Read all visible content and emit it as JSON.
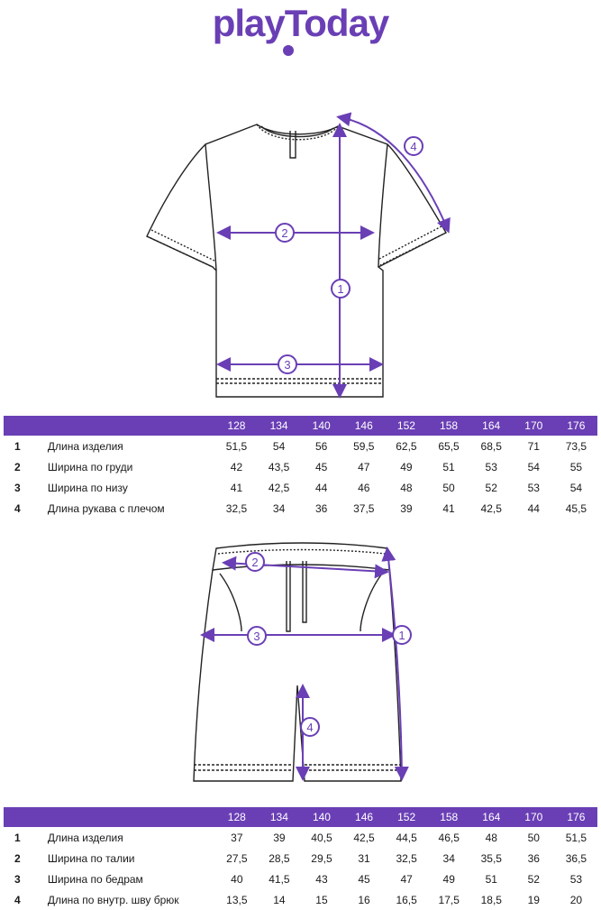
{
  "brand": {
    "logo_text": "playToday"
  },
  "sizes": [
    "128",
    "134",
    "140",
    "146",
    "152",
    "158",
    "164",
    "170",
    "176"
  ],
  "tshirt": {
    "markers": [
      "1",
      "2",
      "3",
      "4"
    ],
    "rows": [
      {
        "num": "1",
        "name": "Длина изделия",
        "values": [
          "51,5",
          "54",
          "56",
          "59,5",
          "62,5",
          "65,5",
          "68,5",
          "71",
          "73,5"
        ]
      },
      {
        "num": "2",
        "name": "Ширина по груди",
        "values": [
          "42",
          "43,5",
          "45",
          "47",
          "49",
          "51",
          "53",
          "54",
          "55"
        ]
      },
      {
        "num": "3",
        "name": "Ширина по низу",
        "values": [
          "41",
          "42,5",
          "44",
          "46",
          "48",
          "50",
          "52",
          "53",
          "54"
        ]
      },
      {
        "num": "4",
        "name": "Длина рукава с плечом",
        "values": [
          "32,5",
          "34",
          "36",
          "37,5",
          "39",
          "41",
          "42,5",
          "44",
          "45,5"
        ]
      }
    ]
  },
  "shorts": {
    "markers": [
      "1",
      "2",
      "3",
      "4"
    ],
    "rows": [
      {
        "num": "1",
        "name": "Длина изделия",
        "values": [
          "37",
          "39",
          "40,5",
          "42,5",
          "44,5",
          "46,5",
          "48",
          "50",
          "51,5"
        ]
      },
      {
        "num": "2",
        "name": "Ширина по талии",
        "values": [
          "27,5",
          "28,5",
          "29,5",
          "31",
          "32,5",
          "34",
          "35,5",
          "36",
          "36,5"
        ]
      },
      {
        "num": "3",
        "name": "Ширина по бедрам",
        "values": [
          "40",
          "41,5",
          "43",
          "45",
          "47",
          "49",
          "51",
          "52",
          "53"
        ]
      },
      {
        "num": "4",
        "name": "Длина по внутр. шву брюк",
        "values": [
          "13,5",
          "14",
          "15",
          "16",
          "16,5",
          "17,5",
          "18,5",
          "19",
          "20"
        ]
      }
    ]
  },
  "colors": {
    "accent": "#6a3fb5",
    "line": "#222222"
  }
}
